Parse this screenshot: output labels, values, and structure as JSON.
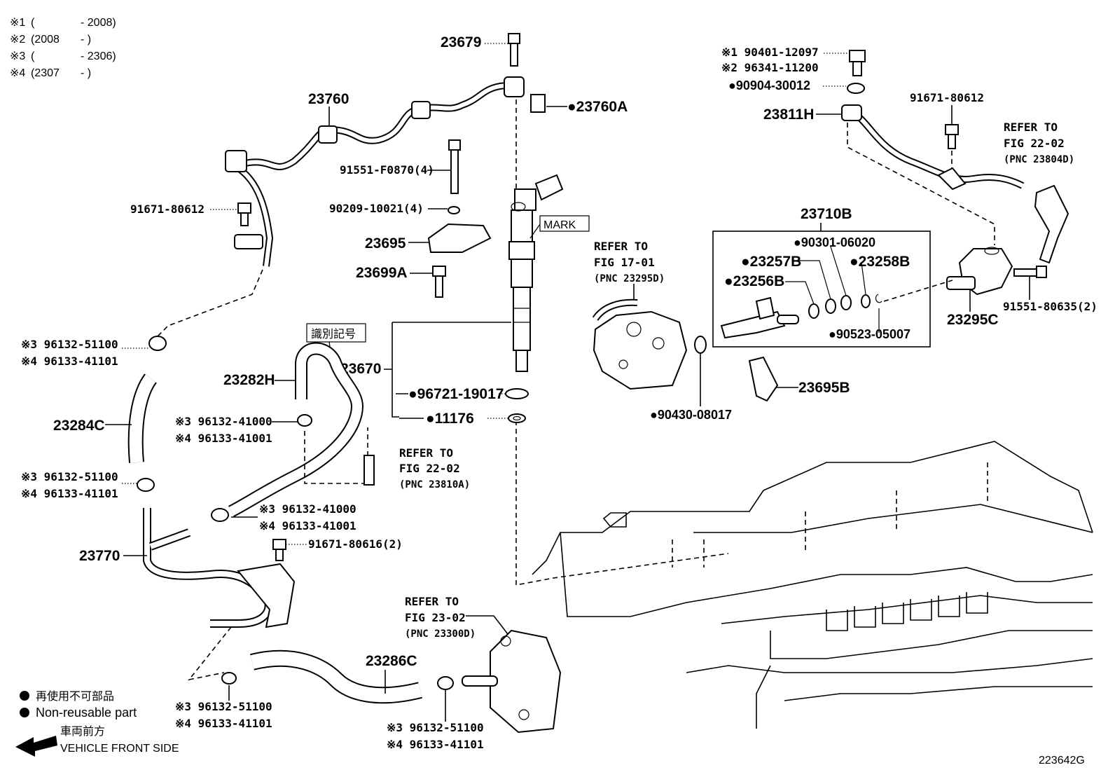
{
  "remarks": [
    {
      "mark": "※1",
      "open": "(",
      "value": "- 2008)"
    },
    {
      "mark": "※2",
      "open": "(2008",
      "value": "-        )"
    },
    {
      "mark": "※3",
      "open": "(",
      "value": "- 2306)"
    },
    {
      "mark": "※4",
      "open": "(2307",
      "value": "-        )"
    }
  ],
  "parts": {
    "p23679": "23679",
    "p23760": "23760",
    "p23760A": "●23760A",
    "p91551_F0870": "91551-F0870(4)",
    "p91671_80612_l": "91671-80612",
    "p90209": "90209-10021(4)",
    "p23695": "23695",
    "p23699A": "23699A",
    "mark": "MARK",
    "id_mark": "識別記号",
    "p23282H": "23282H",
    "p23670": "23670",
    "p96721": "●96721-19017",
    "p11176": "●11176",
    "p23284C": "23284C",
    "p23770": "23770",
    "p91671_80616": "91671-80616(2)",
    "p23286C": "23286C",
    "p23811H": "23811H",
    "p90401": "※1 90401-12097",
    "p96341": "※2 96341-11200",
    "p90904": "●90904-30012",
    "p91671_80612_r": "91671-80612",
    "p23710B": "23710B",
    "p90301": "●90301-06020",
    "p23257B": "●23257B",
    "p23258B": "●23258B",
    "p23256B": "●23256B",
    "p90523": "●90523-05007",
    "p23295C": "23295C",
    "p91551_80635": "91551-80635(2)",
    "p23695B": "23695B",
    "p90430": "●90430-08017"
  },
  "clamps": {
    "c1a": "※3 96132-51100",
    "c1b": "※4 96133-41101",
    "c2a": "※3 96132-41000",
    "c2b": "※4 96133-41001",
    "c3a": "※3 96132-51100",
    "c3b": "※4 96133-41101",
    "c4a": "※3 96132-41000",
    "c4b": "※4 96133-41001",
    "c5a": "※3 96132-51100",
    "c5b": "※4 96133-41101",
    "c6a": "※3 96132-51100",
    "c6b": "※4 96133-41101"
  },
  "refs": {
    "r1": [
      "REFER TO",
      "FIG 17-01",
      "(PNC 23295D)"
    ],
    "r2": [
      "REFER TO",
      "FIG 22-02",
      "(PNC 23804D)"
    ],
    "r3": [
      "REFER TO",
      "FIG 22-02",
      "(PNC 23810A)"
    ],
    "r4": [
      "REFER TO",
      "FIG 23-02",
      "(PNC 23300D)"
    ]
  },
  "legend": {
    "nonreusable_jp": "再使用不可部品",
    "nonreusable_en": "Non-reusable part",
    "front_jp": "車両前方",
    "front_en": "VEHICLE FRONT SIDE"
  },
  "figure_id": "223642G"
}
